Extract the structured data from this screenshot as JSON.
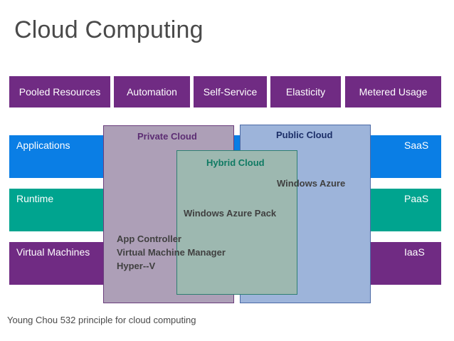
{
  "title": "Cloud Computing",
  "characteristics": [
    "Pooled Resources",
    "Automation",
    "Self-Service",
    "Elasticity",
    "Metered Usage"
  ],
  "layers": [
    {
      "left_label": "Applications",
      "right_label": "SaaS",
      "color": "#0a7ee5"
    },
    {
      "left_label": "Runtime",
      "right_label": "PaaS",
      "color": "#00a48f"
    },
    {
      "left_label": "Virtual Machines",
      "right_label": "IaaS",
      "color": "#702b83"
    }
  ],
  "clouds": {
    "private": {
      "title": "Private Cloud",
      "title_color": "#5c2d73",
      "fill": "#ad9fb7"
    },
    "public": {
      "title": "Public Cloud",
      "title_color": "#1c2f68",
      "fill": "#9db4da"
    },
    "hybrid": {
      "title": "Hybrid Cloud",
      "title_color": "#0f7a63",
      "fill": "#9db8b0"
    }
  },
  "components": {
    "windows_azure": "Windows Azure",
    "windows_azure_pack": "Windows Azure Pack",
    "app_controller": "App Controller",
    "vmm": "Virtual Machine Manager",
    "hyperv": "Hyper--V"
  },
  "characteristic_color": "#702b83",
  "caption": "Young Chou 532 principle for cloud computing"
}
